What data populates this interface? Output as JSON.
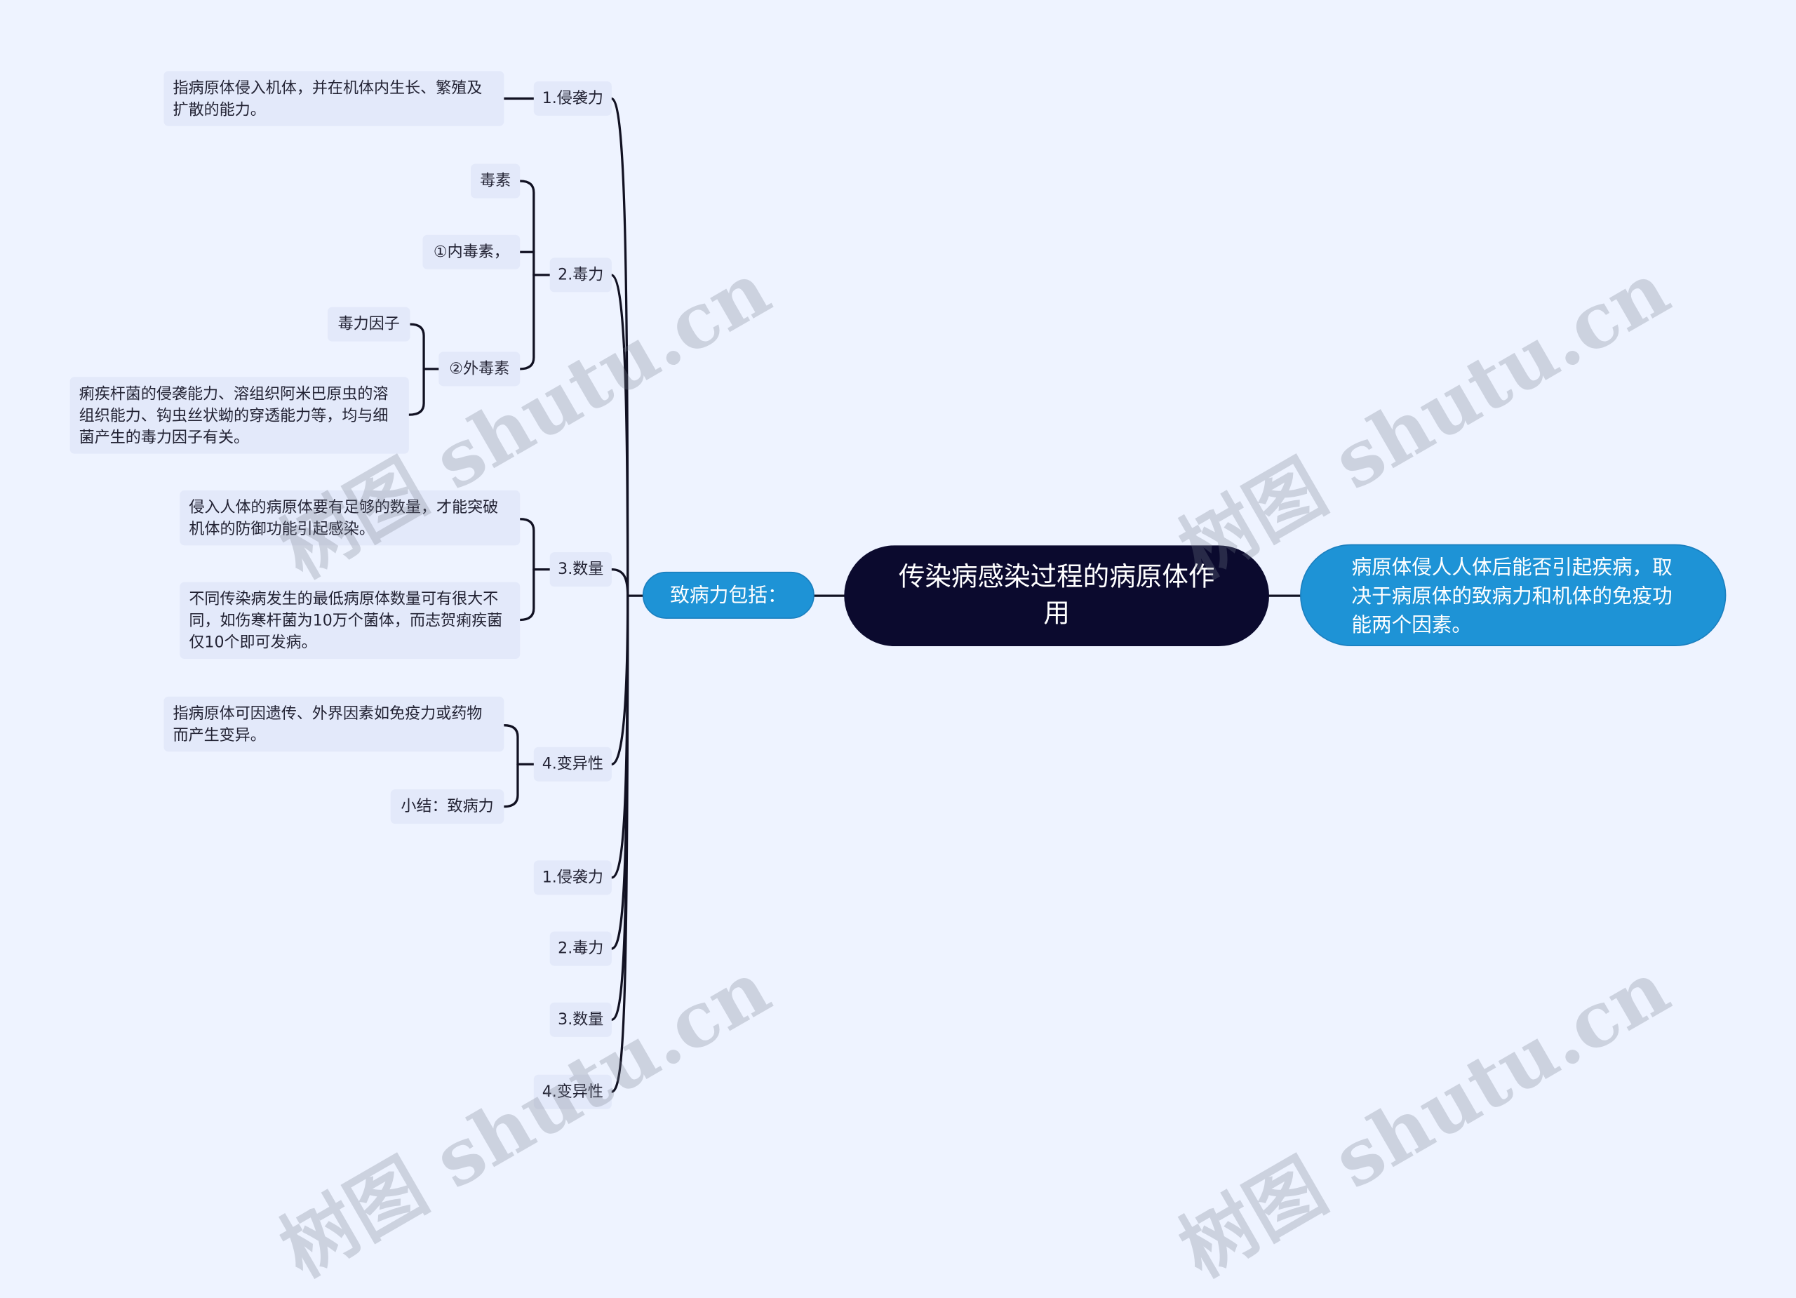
{
  "root": {
    "title": "传染病感染过程的病原体作用"
  },
  "right_node": {
    "text": "病原体侵人人体后能否引起疾病，取决于病原体的致病力和机体的免疫功能两个因素。"
  },
  "middle_node": {
    "text": "致病力包括："
  },
  "branches": {
    "invasion": {
      "label": "1.侵袭力",
      "desc": "指病原体侵入机体，并在机体内生长、繁殖及扩散的能力。"
    },
    "virulence": {
      "label": "2.毒力",
      "toxin": "毒素",
      "endotoxin": "①内毒素，",
      "exotoxin": "②外毒素",
      "virulence_factor": "毒力因子",
      "factor_desc": "痢疾杆菌的侵袭能力、溶组织阿米巴原虫的溶组织能力、钩虫丝状蚴的穿透能力等，均与细菌产生的毒力因子有关。"
    },
    "quantity": {
      "label": "3.数量",
      "desc1": "侵入人体的病原体要有足够的数量，才能突破机体的防御功能引起感染。",
      "desc2": "不同传染病发生的最低病原体数量可有很大不同，如伤寒杆菌为10万个菌体，而志贺痢疾菌仅10个即可发病。"
    },
    "variation": {
      "label": "4.变异性",
      "desc": "指病原体可因遗传、外界因素如免疫力或药物而产生变异。",
      "summary": "小结：致病力"
    }
  },
  "summary_items": [
    "1.侵袭力",
    "2.毒力",
    "3.数量",
    "4.变异性"
  ],
  "watermark": "树图 shutu.cn",
  "colors": {
    "background": "#eef3ff",
    "root_fill": "#0b0a2e",
    "accent_blue": "#1e93d6",
    "leaf_fill": "#e3e9fa",
    "connector": "#111122"
  }
}
